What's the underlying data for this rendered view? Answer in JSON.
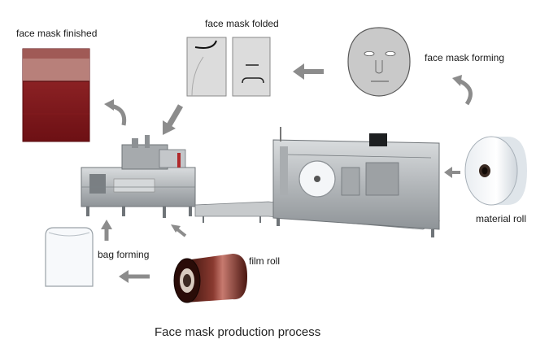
{
  "diagram": {
    "caption": "Face mask production process",
    "stages": {
      "finished": "face mask finished",
      "folded": "face mask folded",
      "forming": "face mask forming",
      "material_roll": "material roll",
      "bag_forming": "bag forming",
      "film_roll": "film roll"
    },
    "colors": {
      "arrow": "#8c8c8c",
      "machine_steel": "#b9bcbf",
      "mask_gray": "#cfcfcf",
      "pouch_red": "#7e1518",
      "film_brown": "#5a1e17"
    }
  }
}
